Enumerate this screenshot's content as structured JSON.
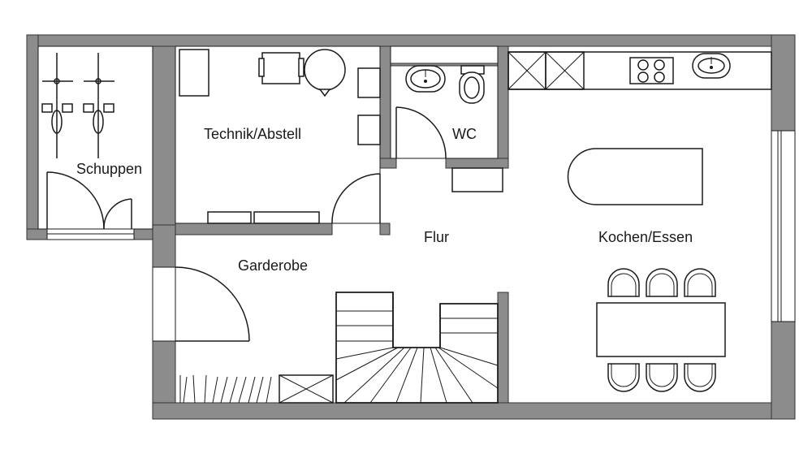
{
  "colors": {
    "wall": "#8c8c8c",
    "line": "#1a1a1a",
    "background": "#ffffff"
  },
  "rooms": {
    "schuppen": "Schuppen",
    "technik": "Technik/Abstell",
    "wc": "WC",
    "flur": "Flur",
    "kochen": "Kochen/Essen",
    "garderobe": "Garderobe"
  }
}
